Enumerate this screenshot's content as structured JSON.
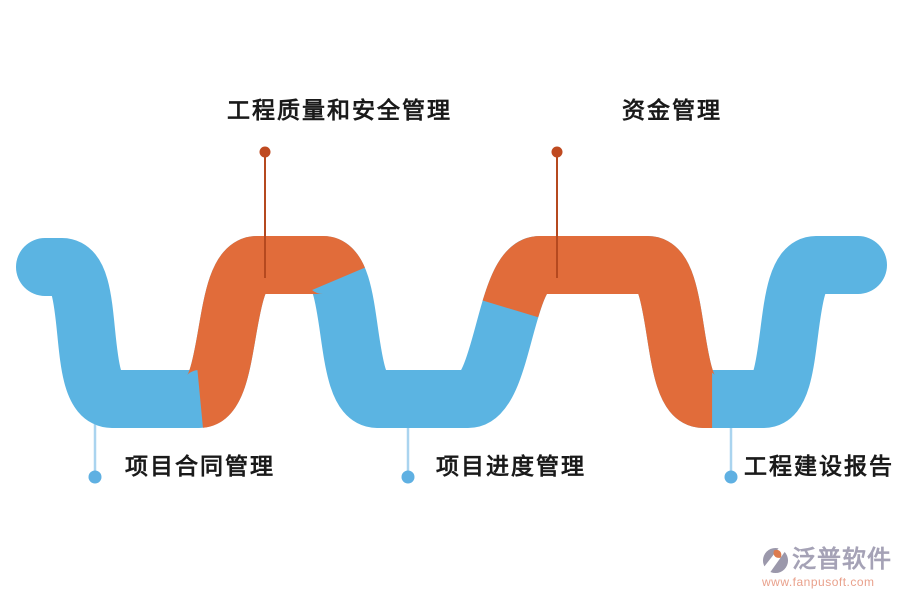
{
  "diagram": {
    "description": "serpentine process ribbon with five module labels",
    "nodes": [
      {
        "id": "contract",
        "label": "项目合同管理",
        "position": "bottom"
      },
      {
        "id": "quality-safety",
        "label": "工程质量和安全管理",
        "position": "top"
      },
      {
        "id": "progress",
        "label": "项目进度管理",
        "position": "bottom"
      },
      {
        "id": "funds",
        "label": "资金管理",
        "position": "top"
      },
      {
        "id": "report",
        "label": "工程建设报告",
        "position": "bottom"
      }
    ],
    "wave": {
      "orange_segments_x": [
        [
          199,
          338
        ],
        [
          510,
          711
        ]
      ]
    }
  },
  "colors": {
    "background": "#ffffff",
    "wave_blue": "#5bb4e2",
    "wave_orange": "#e16c3a",
    "pointer_top_line": "#b5491f",
    "pointer_top_dot": "#bf4a20",
    "pointer_bottom_line": "#aad4ef",
    "pointer_bottom_dot": "#5fb0e2",
    "label_text": "#1a1a1a",
    "brand_text": "#a5a2b6",
    "brand_url_text": "#e9a18c",
    "logo_gray": "#9b98ab",
    "logo_orange": "#dd7b4e"
  },
  "watermark": {
    "brand": "泛普软件",
    "url": "www.fanpusoft.com"
  }
}
